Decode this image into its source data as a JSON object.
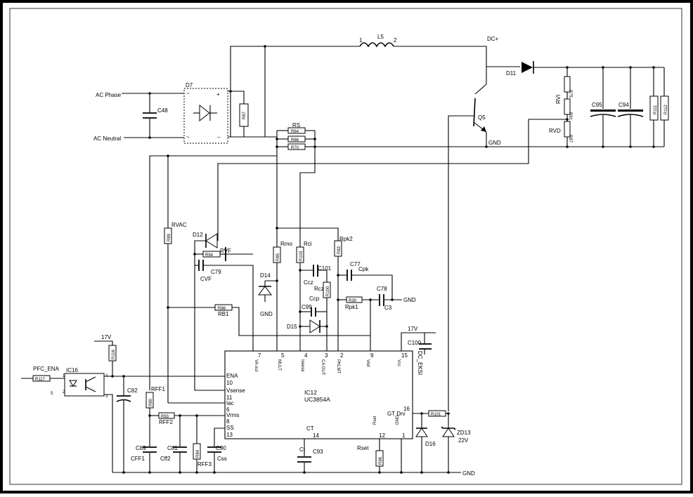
{
  "labels": {
    "ac_phase": "AC Phase",
    "ac_neutral": "AC Neutral",
    "pfc_ena": "PFC_ENA",
    "dc_plus": "DC+",
    "gnd": "GND",
    "v17": "17V",
    "dc_eksi": "DC_EKSI",
    "ic12": "IC12",
    "uc3854a": "UC3854A",
    "zd13_value": "22V"
  },
  "components": {
    "L5": "L5",
    "L5_p1": "1",
    "L5_p2": "2",
    "D7": "D7",
    "D11": "D11",
    "D12": "D12",
    "D14": "D14",
    "D15": "D15",
    "D16": "D16",
    "ZD13": "ZD13",
    "Q5": "Q5",
    "IC16": "IC16",
    "C48": "C48",
    "C95": "C95",
    "C94": "C94",
    "C79": "C79",
    "C77": "C77",
    "C78": "C78",
    "C101": "C101",
    "C99": "C99",
    "C100": "C100",
    "C82": "C82",
    "C89": "C89",
    "C81": "C81",
    "C90": "C90",
    "C93": "C93",
    "C3": "C3",
    "R67": "R67",
    "R64": "R64",
    "R66": "R66",
    "R70": "R70",
    "R75": "R75",
    "R81": "R81",
    "R87": "R87",
    "R111": "R111",
    "R112": "R112",
    "R89": "R89",
    "R84": "R84",
    "R85": "R85",
    "R103": "R103",
    "R83": "R83",
    "R100": "R100",
    "R30": "R30",
    "R86": "R86",
    "R116": "R116",
    "R117": "R117",
    "R80": "R80",
    "R93": "R93",
    "R94": "R94",
    "R96": "R96",
    "R101": "R101",
    "RS": "RS",
    "RVI": "RVI",
    "RVD": "RVD",
    "RVAC": "RVAC",
    "RVF": "RVF",
    "CVF": "CVF",
    "Rmo": "Rmo",
    "Rci": "Rci",
    "Rpk2": "Rpk2",
    "Cpk": "Cpk",
    "Ccz": "Ccz",
    "Rcz": "Rcz",
    "Ccp": "Ccp",
    "Rpk1": "Rpk1",
    "RB1": "RB1",
    "RFF1": "RFF1",
    "RFF2": "RFF2",
    "RFF3": "RFF3",
    "CFF1": "CFF1",
    "Cff2": "Cff2",
    "Css": "Css",
    "Ct": "Ct",
    "Rset": "Rset"
  },
  "ic_pins": {
    "ENA": "ENA",
    "p10": "10",
    "Vsense": "Vsense",
    "p11": "11",
    "Iac": "Iac",
    "p6": "6",
    "Vrms": "Vrms",
    "p8": "8",
    "SS": "SS",
    "p13": "13",
    "VAout": "VA out",
    "p7": "7",
    "MULT": "MULT",
    "p5": "5",
    "Isense": "Isense",
    "p4": "4",
    "CAout": "CA OUT",
    "p3": "3",
    "PKLMT": "PKLMT",
    "p2": "2",
    "Vref": "Vref",
    "p9": "9",
    "Vcc": "Vcc",
    "p15": "15",
    "GTDrv": "GT Drv",
    "p16": "16",
    "CT": "CT",
    "p14": "14",
    "Rset": "Rset",
    "p12": "12",
    "GND": "GND",
    "p1": "1",
    "opto_4": "4",
    "opto_3": "3",
    "opto_2": "2",
    "opto_5": "5",
    "opto_1": "1"
  }
}
